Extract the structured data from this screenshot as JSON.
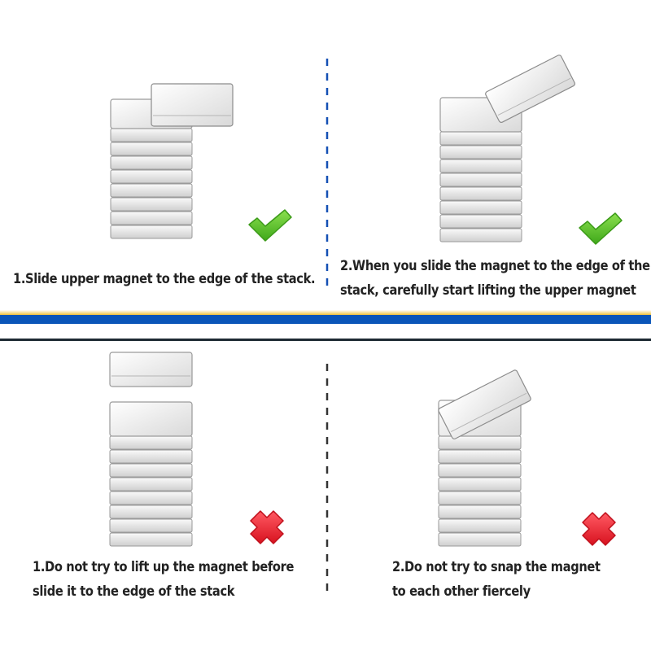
{
  "panels": [
    {
      "caption_line1": "1.Slide upper magnet to the edge of the stack.",
      "caption_line2": "",
      "status": "correct",
      "status_icon": "check-icon"
    },
    {
      "caption_line1": "2.When you slide the magnet to the edge of the",
      "caption_line2": "stack, carefully start lifting the upper magnet",
      "status": "correct",
      "status_icon": "check-icon"
    },
    {
      "caption_line1": "1.Do not try to lift up the magnet before",
      "caption_line2": "slide it to the edge of the stack",
      "status": "wrong",
      "status_icon": "cross-icon"
    },
    {
      "caption_line1": "2.Do not try to snap the magnet",
      "caption_line2": "to each other fiercely",
      "status": "wrong",
      "status_icon": "cross-icon"
    }
  ],
  "colors": {
    "check_green": "#5cc82b",
    "cross_red": "#ee2d3a",
    "divider_blue": "#0a55b8",
    "divider_gold": "#f2c23a",
    "divider_dark": "#1e2a33",
    "dash_blue": "#1450b4",
    "dash_dark": "#333333",
    "magnet_face": "#e6e6e6",
    "magnet_edge": "#9a9a9a"
  }
}
